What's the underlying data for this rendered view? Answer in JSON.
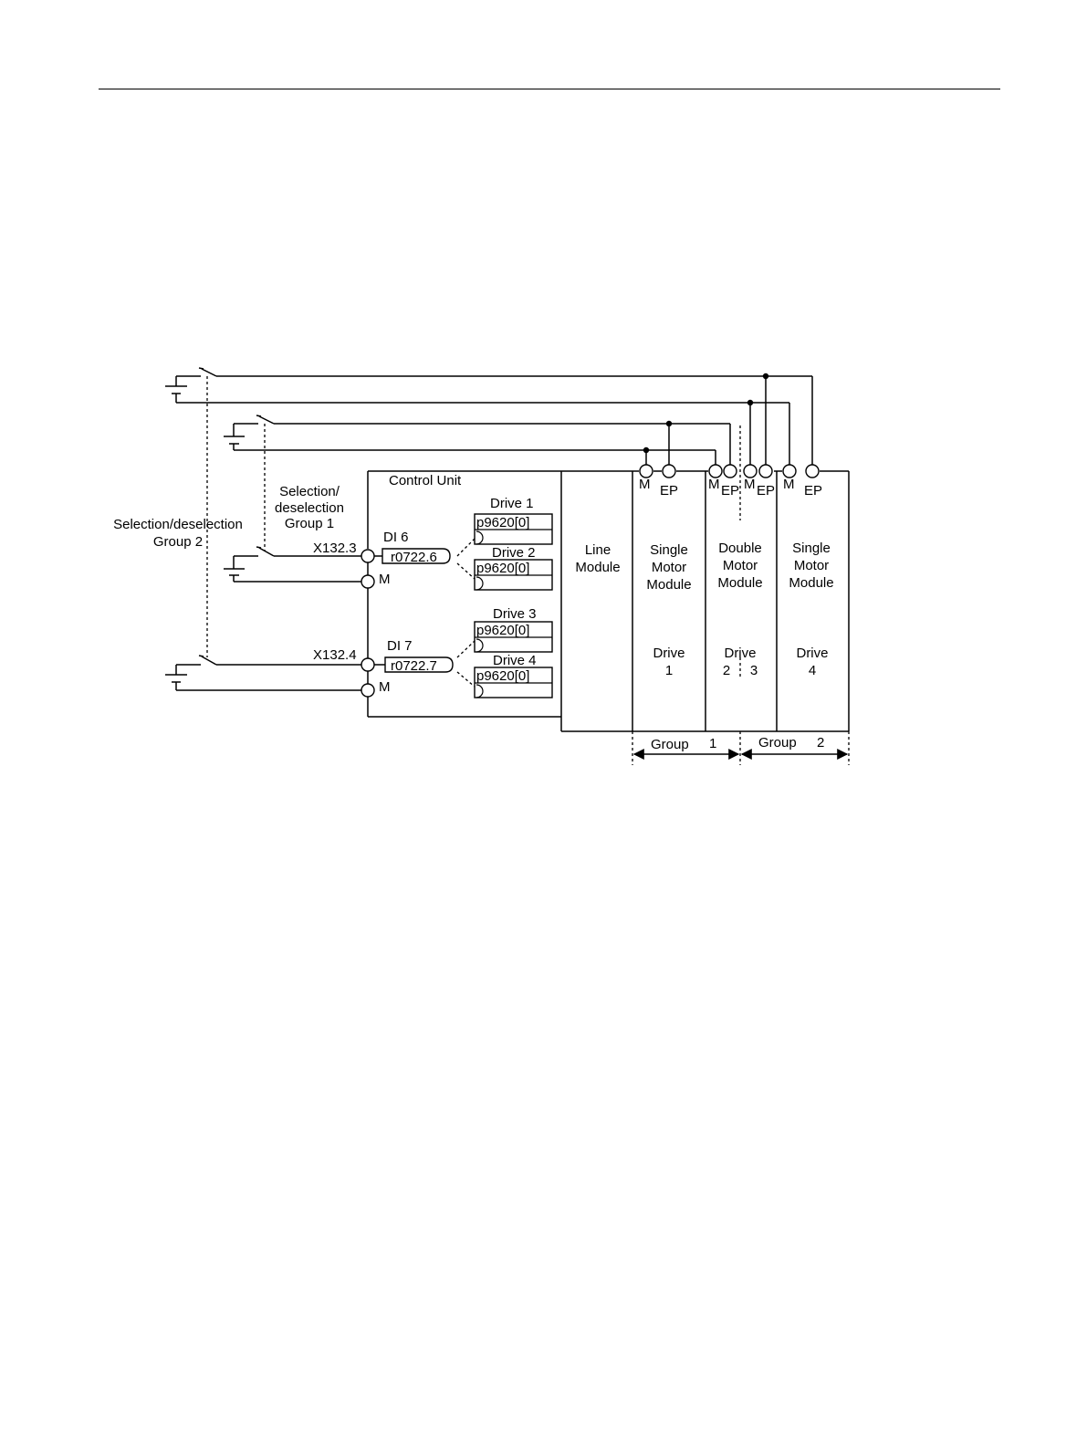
{
  "diagram": {
    "labels": {
      "control_unit": "Control Unit",
      "selection_group1": [
        "Selection/",
        "deselection",
        "Group 1"
      ],
      "selection_group2": [
        "Selection/deselection",
        "Group 2"
      ],
      "x132_3": "X132.3",
      "x132_4": "X132.4",
      "di6": "DI 6",
      "di7": "DI 7",
      "m_terminal": "M",
      "r0722_6": "r0722.6",
      "r0722_7": "r0722.7",
      "drive_param_label": "p9620[0]",
      "drive1": "Drive 1",
      "drive2": "Drive 2",
      "drive3": "Drive 3",
      "drive4": "Drive 4",
      "line_module": [
        "Line",
        "Module"
      ],
      "single_motor_module": [
        "Single",
        "Motor",
        "Module"
      ],
      "double_motor_module": [
        "Double",
        "Motor",
        "Module"
      ],
      "ep_terminal": "EP",
      "drive_word": "Drive",
      "drive_num_1": "1",
      "drive_num_2": "2",
      "drive_num_3": "3",
      "drive_num_4": "4",
      "group1": [
        "Group",
        "1"
      ],
      "group2": [
        "Group",
        "2"
      ]
    }
  }
}
